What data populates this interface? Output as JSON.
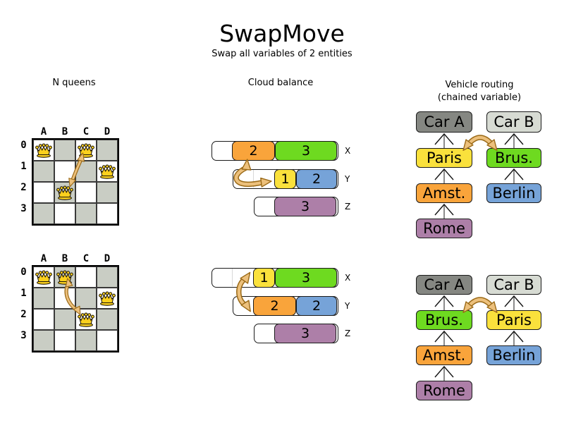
{
  "title": "SwapMove",
  "subtitle": "Swap all variables of 2 entities",
  "palette": {
    "orange": "#F9A43B",
    "green": "#6EDA20",
    "yellow": "#FAE13C",
    "blue": "#76A3D8",
    "purple": "#AD7FA8",
    "car_dark": "#858782",
    "car_light": "#D7DBD3",
    "arrow": "#ECC07C",
    "arrow_dark": "#9A6916",
    "board_gray": "#C9CDC4",
    "queen_gold": "#FBD01E"
  },
  "nqueens": {
    "header": "N queens",
    "size": 4,
    "column_labels": [
      "A",
      "B",
      "C",
      "D"
    ],
    "row_labels": [
      "0",
      "1",
      "2",
      "3"
    ],
    "before": {
      "queens": [
        "A0",
        "C0",
        "D1",
        "B2"
      ],
      "swap_arrow": [
        "C0",
        "B2"
      ]
    },
    "after": {
      "queens": [
        "A0",
        "B0",
        "D1",
        "C2"
      ],
      "swap_arrow": [
        "B0",
        "C2"
      ]
    }
  },
  "cloud": {
    "header": "Cloud balance",
    "before": {
      "rows": [
        {
          "label": "X",
          "blocks": [
            {
              "value": "2",
              "color": "orange"
            },
            {
              "value": "3",
              "color": "green"
            }
          ]
        },
        {
          "label": "Y",
          "blocks": [
            {
              "value": "1",
              "color": "yellow"
            },
            {
              "value": "2",
              "color": "blue"
            }
          ]
        },
        {
          "label": "Z",
          "blocks": [
            {
              "value": "3",
              "color": "purple"
            }
          ]
        }
      ],
      "swap_arrow": [
        "X",
        "Y"
      ]
    },
    "after": {
      "rows": [
        {
          "label": "X",
          "blocks": [
            {
              "value": "1",
              "color": "yellow"
            },
            {
              "value": "3",
              "color": "green"
            }
          ]
        },
        {
          "label": "Y",
          "blocks": [
            {
              "value": "2",
              "color": "orange"
            },
            {
              "value": "2",
              "color": "blue"
            }
          ]
        },
        {
          "label": "Z",
          "blocks": [
            {
              "value": "3",
              "color": "purple"
            }
          ]
        }
      ],
      "swap_arrow": [
        "X",
        "Y"
      ]
    }
  },
  "vrp": {
    "header_line1": "Vehicle routing",
    "header_line2": "(chained variable)",
    "before": {
      "car_a": {
        "label": "Car A",
        "color": "car_dark"
      },
      "car_b": {
        "label": "Car B",
        "color": "car_light"
      },
      "chain_a": [
        {
          "label": "Paris",
          "color": "yellow"
        },
        {
          "label": "Amst.",
          "color": "orange"
        },
        {
          "label": "Rome",
          "color": "purple"
        }
      ],
      "chain_b": [
        {
          "label": "Brus.",
          "color": "green"
        },
        {
          "label": "Berlin",
          "color": "blue"
        }
      ],
      "swap_arrow": [
        "Paris",
        "Brus."
      ]
    },
    "after": {
      "car_a": {
        "label": "Car A",
        "color": "car_dark"
      },
      "car_b": {
        "label": "Car B",
        "color": "car_light"
      },
      "chain_a": [
        {
          "label": "Brus.",
          "color": "green"
        },
        {
          "label": "Amst.",
          "color": "orange"
        },
        {
          "label": "Rome",
          "color": "purple"
        }
      ],
      "chain_b": [
        {
          "label": "Paris",
          "color": "yellow"
        },
        {
          "label": "Berlin",
          "color": "blue"
        }
      ],
      "swap_arrow": [
        "Brus.",
        "Paris"
      ]
    }
  }
}
